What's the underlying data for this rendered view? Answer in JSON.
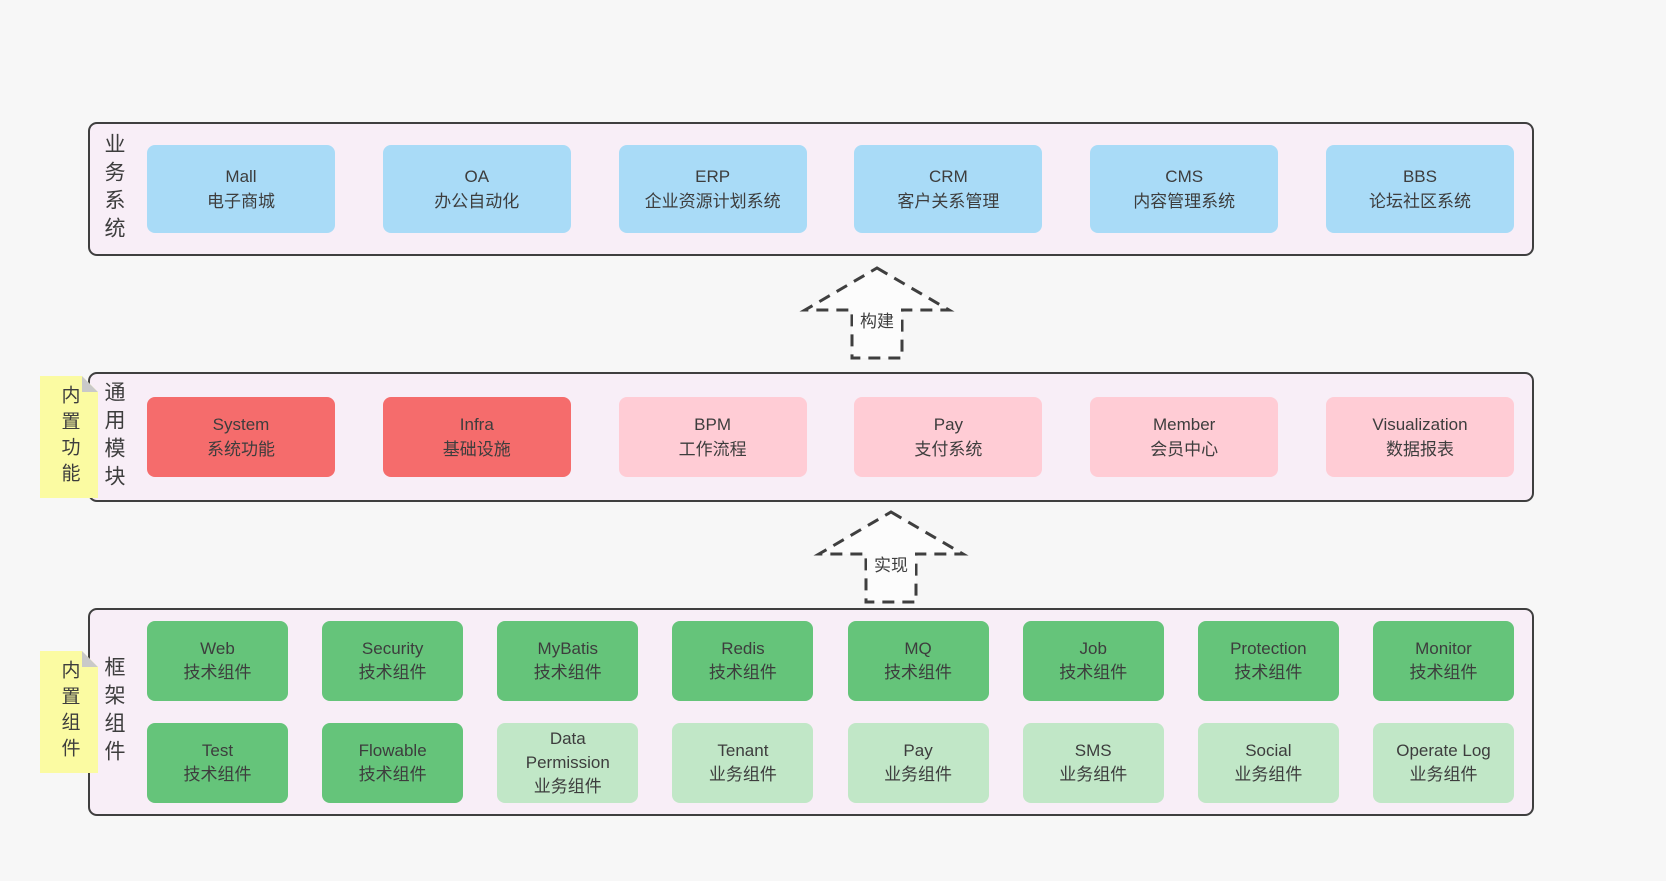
{
  "palette": {
    "canvasBg": "#f7f7f7",
    "layerBg": "#f8eef7",
    "layerBorder": "#3f3f3f",
    "text": "#3d3d3d",
    "noteBg": "#fbfba2",
    "noteFold": "#c9c9c9",
    "arrowStroke": "#3f3f3f",
    "arrowFill": "#fcfcfc",
    "blue": "#a9dbf7",
    "red": "#f56c6c",
    "pink": "#ffccd5",
    "green": "#65c47a",
    "lightGreen": "#c1e7c7"
  },
  "arrows": [
    {
      "label": "构建"
    },
    {
      "label": "实现"
    }
  ],
  "layers": [
    {
      "label": "业务系统",
      "note": null,
      "rows": [
        [
          {
            "en": "Mall",
            "zh": "电子商城",
            "color": "blue"
          },
          {
            "en": "OA",
            "zh": "办公自动化",
            "color": "blue"
          },
          {
            "en": "ERP",
            "zh": "企业资源计划系统",
            "color": "blue"
          },
          {
            "en": "CRM",
            "zh": "客户关系管理",
            "color": "blue"
          },
          {
            "en": "CMS",
            "zh": "内容管理系统",
            "color": "blue"
          },
          {
            "en": "BBS",
            "zh": "论坛社区系统",
            "color": "blue"
          }
        ]
      ]
    },
    {
      "label": "通用模块",
      "note": "内置功能",
      "rows": [
        [
          {
            "en": "System",
            "zh": "系统功能",
            "color": "red"
          },
          {
            "en": "Infra",
            "zh": "基础设施",
            "color": "red"
          },
          {
            "en": "BPM",
            "zh": "工作流程",
            "color": "pink"
          },
          {
            "en": "Pay",
            "zh": "支付系统",
            "color": "pink"
          },
          {
            "en": "Member",
            "zh": "会员中心",
            "color": "pink"
          },
          {
            "en": "Visualization",
            "zh": "数据报表",
            "color": "pink"
          }
        ]
      ]
    },
    {
      "label": "框架组件",
      "note": "内置组件",
      "rows": [
        [
          {
            "en": "Web",
            "zh": "技术组件",
            "color": "green"
          },
          {
            "en": "Security",
            "zh": "技术组件",
            "color": "green"
          },
          {
            "en": "MyBatis",
            "zh": "技术组件",
            "color": "green"
          },
          {
            "en": "Redis",
            "zh": "技术组件",
            "color": "green"
          },
          {
            "en": "MQ",
            "zh": "技术组件",
            "color": "green"
          },
          {
            "en": "Job",
            "zh": "技术组件",
            "color": "green"
          },
          {
            "en": "Protection",
            "zh": "技术组件",
            "color": "green"
          },
          {
            "en": "Monitor",
            "zh": "技术组件",
            "color": "green"
          }
        ],
        [
          {
            "en": "Test",
            "zh": "技术组件",
            "color": "green"
          },
          {
            "en": "Flowable",
            "zh": "技术组件",
            "color": "green"
          },
          {
            "en": "Data Permission",
            "zh": "业务组件",
            "color": "lightGreen"
          },
          {
            "en": "Tenant",
            "zh": "业务组件",
            "color": "lightGreen"
          },
          {
            "en": "Pay",
            "zh": "业务组件",
            "color": "lightGreen"
          },
          {
            "en": "SMS",
            "zh": "业务组件",
            "color": "lightGreen"
          },
          {
            "en": "Social",
            "zh": "业务组件",
            "color": "lightGreen"
          },
          {
            "en": "Operate Log",
            "zh": "业务组件",
            "color": "lightGreen"
          }
        ]
      ]
    }
  ]
}
